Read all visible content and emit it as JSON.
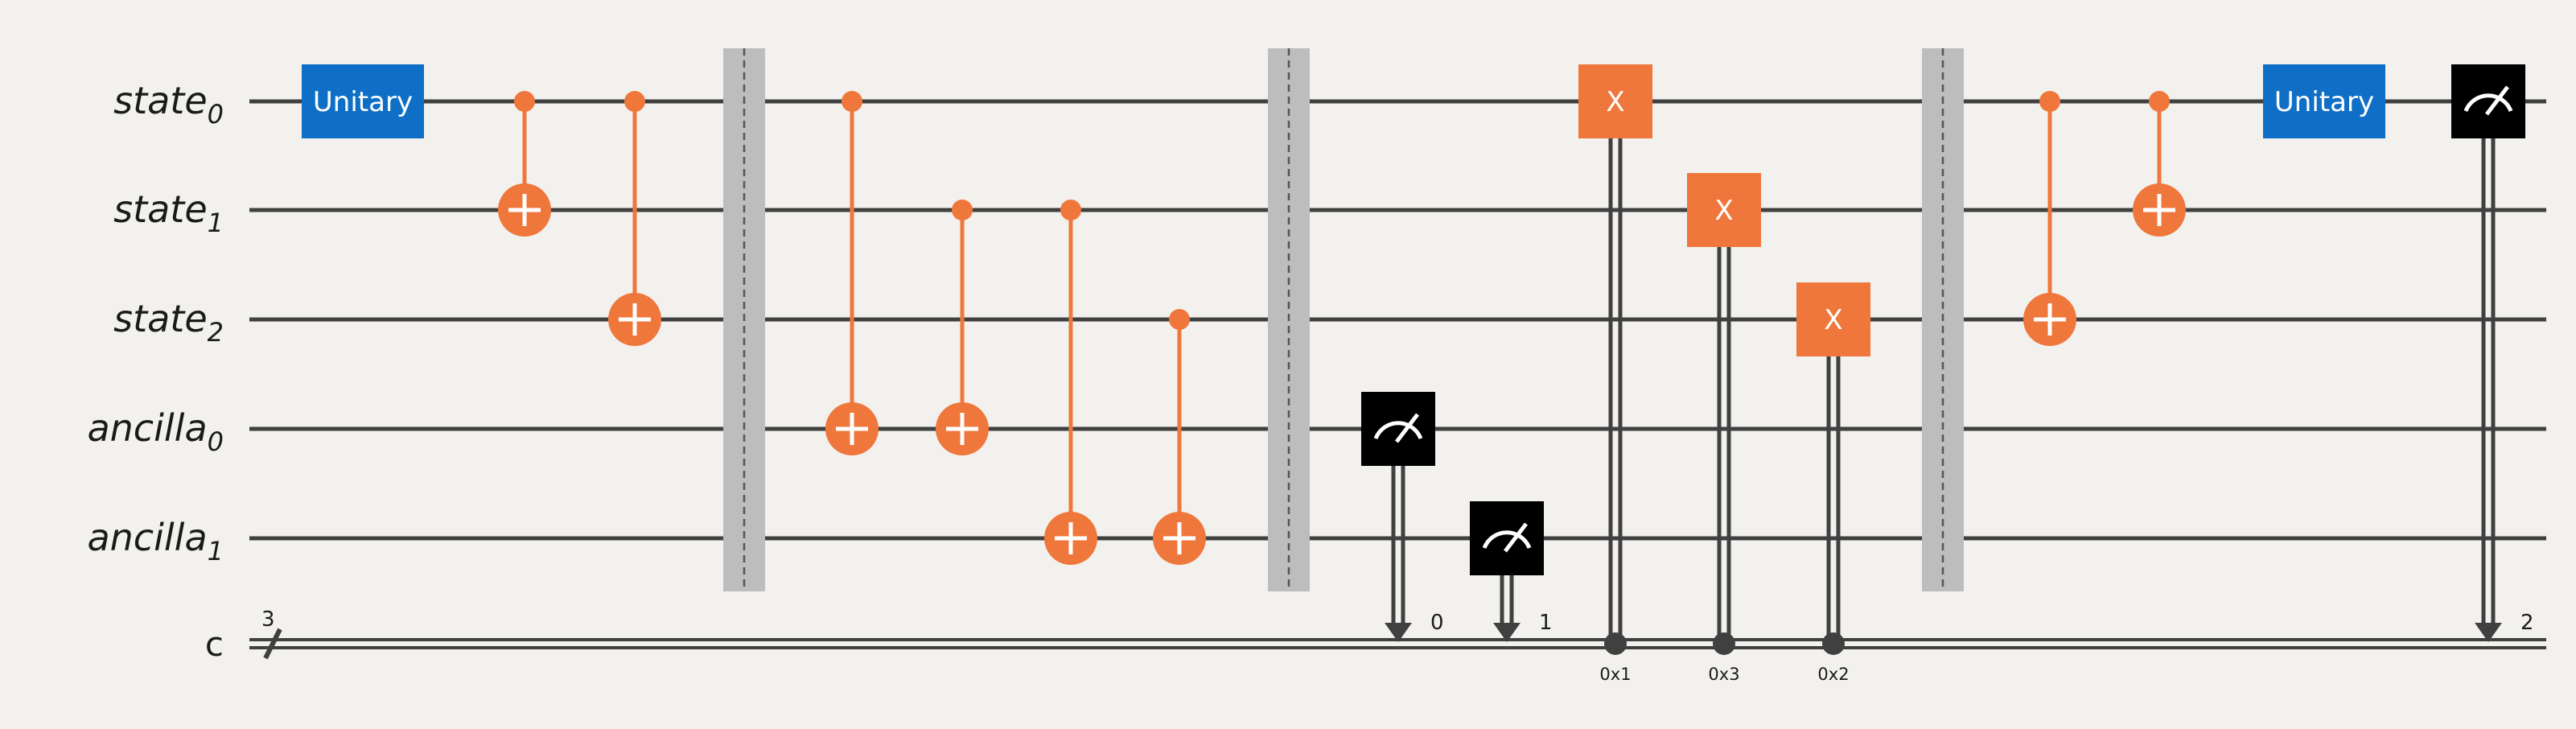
{
  "qubits": [
    {
      "name": "state",
      "index": "0"
    },
    {
      "name": "state",
      "index": "1"
    },
    {
      "name": "state",
      "index": "2"
    },
    {
      "name": "ancilla",
      "index": "0"
    },
    {
      "name": "ancilla",
      "index": "1"
    }
  ],
  "creg": {
    "name": "c",
    "size": "3"
  },
  "colors": {
    "unitary": "#0f6fc6",
    "x_gate": "#f0773b",
    "cnot": "#f0773b",
    "measure": "#000000",
    "wire": "#404040",
    "barrier": "#bdbdbd",
    "background": "#f2f1ee"
  },
  "ops": [
    {
      "type": "unitary",
      "qubit": 0,
      "col": 0,
      "label": "Unitary"
    },
    {
      "type": "cnot",
      "control": 0,
      "target": 1,
      "col": 1
    },
    {
      "type": "cnot",
      "control": 0,
      "target": 2,
      "col": 2
    },
    {
      "type": "barrier",
      "col": 3
    },
    {
      "type": "cnot",
      "control": 0,
      "target": 3,
      "col": 4
    },
    {
      "type": "cnot",
      "control": 1,
      "target": 3,
      "col": 5
    },
    {
      "type": "cnot",
      "control": 1,
      "target": 4,
      "col": 6
    },
    {
      "type": "cnot",
      "control": 2,
      "target": 4,
      "col": 7
    },
    {
      "type": "barrier",
      "col": 8
    },
    {
      "type": "measure",
      "qubit": 3,
      "cbit": "0",
      "col": 9
    },
    {
      "type": "measure",
      "qubit": 4,
      "cbit": "1",
      "col": 10
    },
    {
      "type": "cx_gate",
      "qubit": 0,
      "label": "X",
      "condition": "0x1",
      "col": 11
    },
    {
      "type": "cx_gate",
      "qubit": 1,
      "label": "X",
      "condition": "0x3",
      "col": 12
    },
    {
      "type": "cx_gate",
      "qubit": 2,
      "label": "X",
      "condition": "0x2",
      "col": 13
    },
    {
      "type": "barrier",
      "col": 14
    },
    {
      "type": "cnot",
      "control": 0,
      "target": 2,
      "col": 15
    },
    {
      "type": "cnot",
      "control": 0,
      "target": 1,
      "col": 16
    },
    {
      "type": "unitary",
      "qubit": 0,
      "col": 17,
      "label": "Unitary"
    },
    {
      "type": "measure",
      "qubit": 0,
      "cbit": "2",
      "col": 18
    }
  ]
}
